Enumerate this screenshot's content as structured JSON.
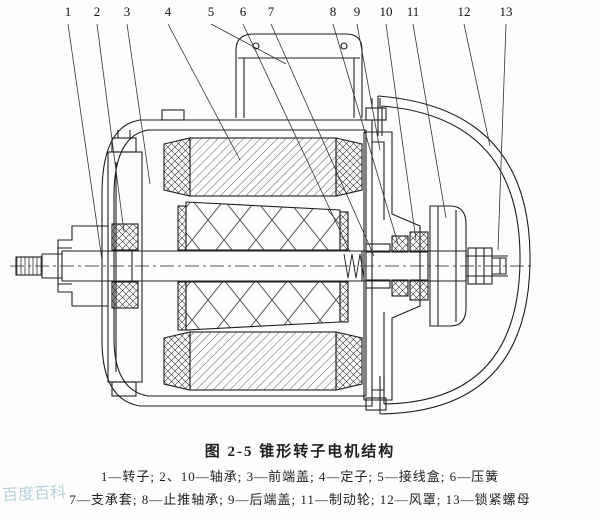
{
  "figure": {
    "caption": "图 2-5  锥形转子电机结构",
    "legend_line1": "1—转子; 2、10—轴承; 3—前端盖; 4—定子; 5—接线盒; 6—压簧",
    "legend_line2": "7—支承套; 8—止推轴承; 9—后端盖; 11—制动轮; 12—风罩; 13—锁紧螺母",
    "callouts": [
      "1",
      "2",
      "3",
      "4",
      "5",
      "6",
      "7",
      "8",
      "9",
      "10",
      "11",
      "12",
      "13"
    ]
  },
  "watermark": {
    "text": "百度百科"
  },
  "colors": {
    "ink": "#1f1f1f",
    "paper": "#fdfdfd",
    "watermark": "#7fb0ba"
  }
}
